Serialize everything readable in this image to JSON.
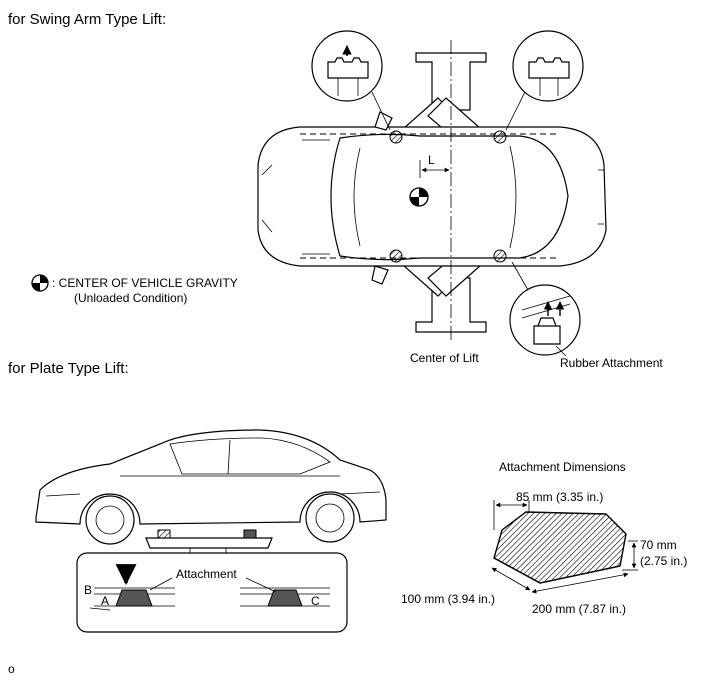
{
  "headings": {
    "swing_arm": "for Swing Arm Type Lift:",
    "plate": "for Plate Type Lift:"
  },
  "swing_arm": {
    "distance_label": "L",
    "legend_line1": ": CENTER OF VEHICLE GRAVITY",
    "legend_line2": "(Unloaded Condition)",
    "center_of_lift": "Center of Lift",
    "rubber_attachment": "Rubber Attachment"
  },
  "plate": {
    "attachment_label": "Attachment",
    "point_a": "A",
    "point_b": "B",
    "point_c": "C"
  },
  "dimensions": {
    "title": "Attachment Dimensions",
    "top": "85 mm (3.35 in.)",
    "height_mm": "70 mm",
    "height_in": "(2.75 in.)",
    "width_left": "100 mm (3.94 in.)",
    "length": "200 mm (7.87 in.)"
  },
  "footer_mark": "o"
}
